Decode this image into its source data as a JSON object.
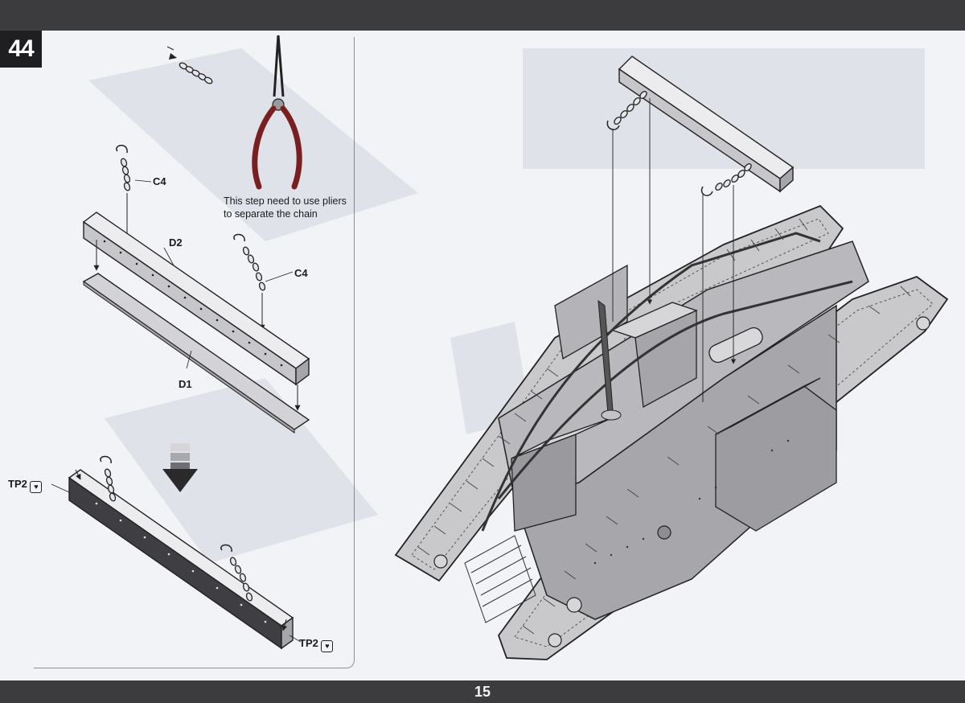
{
  "page": {
    "number": "15"
  },
  "step": {
    "number": "44"
  },
  "labels": {
    "c4_upper": "C4",
    "c4_lower": "C4",
    "d2": "D2",
    "d1": "D1",
    "tp2_left": "TP2",
    "tp2_right": "TP2"
  },
  "note": {
    "line1": "This step need to use pliers",
    "line2": "to separate the chain"
  },
  "icons": {
    "tool": "pliers-icon",
    "direction": "down-arrow-icon",
    "part_marker": "tp-part-marker-icon"
  },
  "colors": {
    "band": "#3c3c3e",
    "badge": "#1f1f21",
    "part_fill": "#c7c7cb",
    "line": "#2a2a2a",
    "pliers_handle": "#7a1f1f"
  }
}
